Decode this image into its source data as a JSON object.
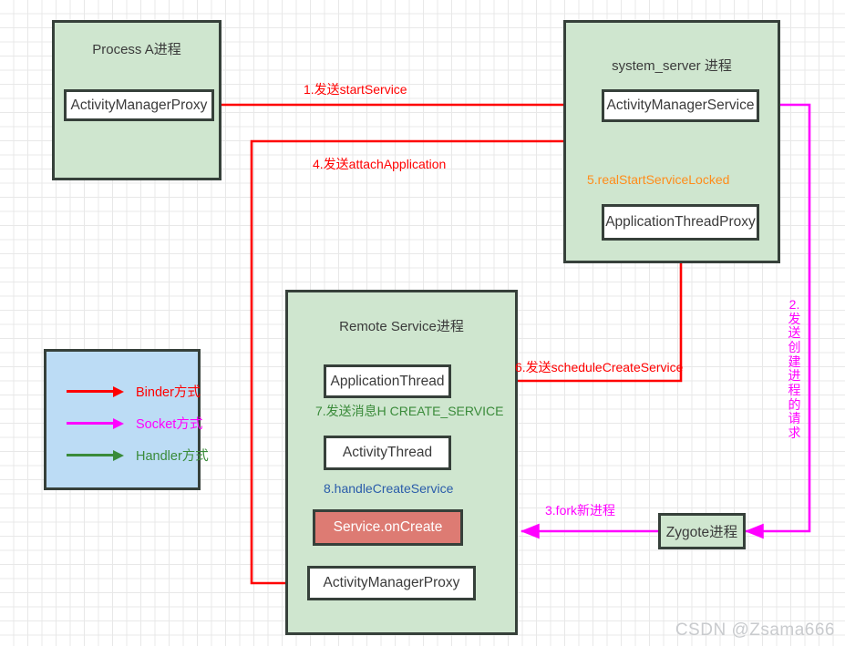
{
  "diagram": {
    "title": "Android startService cross-process flow",
    "watermark": "CSDN @Zsama666",
    "colors": {
      "binder": "#ff0000",
      "socket": "#ff00ff",
      "handler": "#3a8b3a",
      "orange": "#ff8c1a",
      "blue": "#2a5caa",
      "process_fill": "#cfe6cf",
      "node_fill": "#ffffff",
      "accent_fill": "#dd7b73",
      "legend_fill": "#bcdcf5",
      "border": "#36403a"
    }
  },
  "processes": [
    {
      "id": "process_a",
      "title": "Process A进程"
    },
    {
      "id": "system_server",
      "title": "system_server 进程"
    },
    {
      "id": "remote_service",
      "title": "Remote Service进程"
    }
  ],
  "nodes": [
    {
      "id": "amp_a",
      "label": "ActivityManagerProxy"
    },
    {
      "id": "ams",
      "label": "ActivityManagerService"
    },
    {
      "id": "atp",
      "label": "ApplicationThreadProxy"
    },
    {
      "id": "app_thread",
      "label": "ApplicationThread"
    },
    {
      "id": "activity_thread",
      "label": "ActivityThread"
    },
    {
      "id": "service_oncreate",
      "label": "Service.onCreate"
    },
    {
      "id": "amp_remote",
      "label": "ActivityManagerProxy"
    },
    {
      "id": "zygote",
      "label": "Zygote进程"
    }
  ],
  "legend": {
    "items": [
      {
        "id": "binder",
        "label": "Binder方式",
        "color": "#ff0000"
      },
      {
        "id": "socket",
        "label": "Socket方式",
        "color": "#ff00ff"
      },
      {
        "id": "handler",
        "label": "Handler方式",
        "color": "#3a8b3a"
      }
    ]
  },
  "edges": [
    {
      "id": "step1",
      "label": "1.发送startService",
      "color": "#ff0000",
      "kind": "binder"
    },
    {
      "id": "step2",
      "label": "2.发送创建进程的请求",
      "color": "#ff00ff",
      "kind": "socket"
    },
    {
      "id": "step3",
      "label": "3.fork新进程",
      "color": "#ff00ff",
      "kind": "socket"
    },
    {
      "id": "step4",
      "label": "4.发送attachApplication",
      "color": "#ff0000",
      "kind": "binder"
    },
    {
      "id": "step5",
      "label": "5.realStartServiceLocked",
      "color": "#ff8c1a",
      "kind": "internal"
    },
    {
      "id": "step6",
      "label": "6.发送scheduleCreateService",
      "color": "#ff0000",
      "kind": "binder"
    },
    {
      "id": "step7",
      "label": "7.发送消息H CREATE_SERVICE",
      "color": "#3a8b3a",
      "kind": "handler"
    },
    {
      "id": "step8",
      "label": "8.handleCreateService",
      "color": "#2a5caa",
      "kind": "internal"
    }
  ]
}
